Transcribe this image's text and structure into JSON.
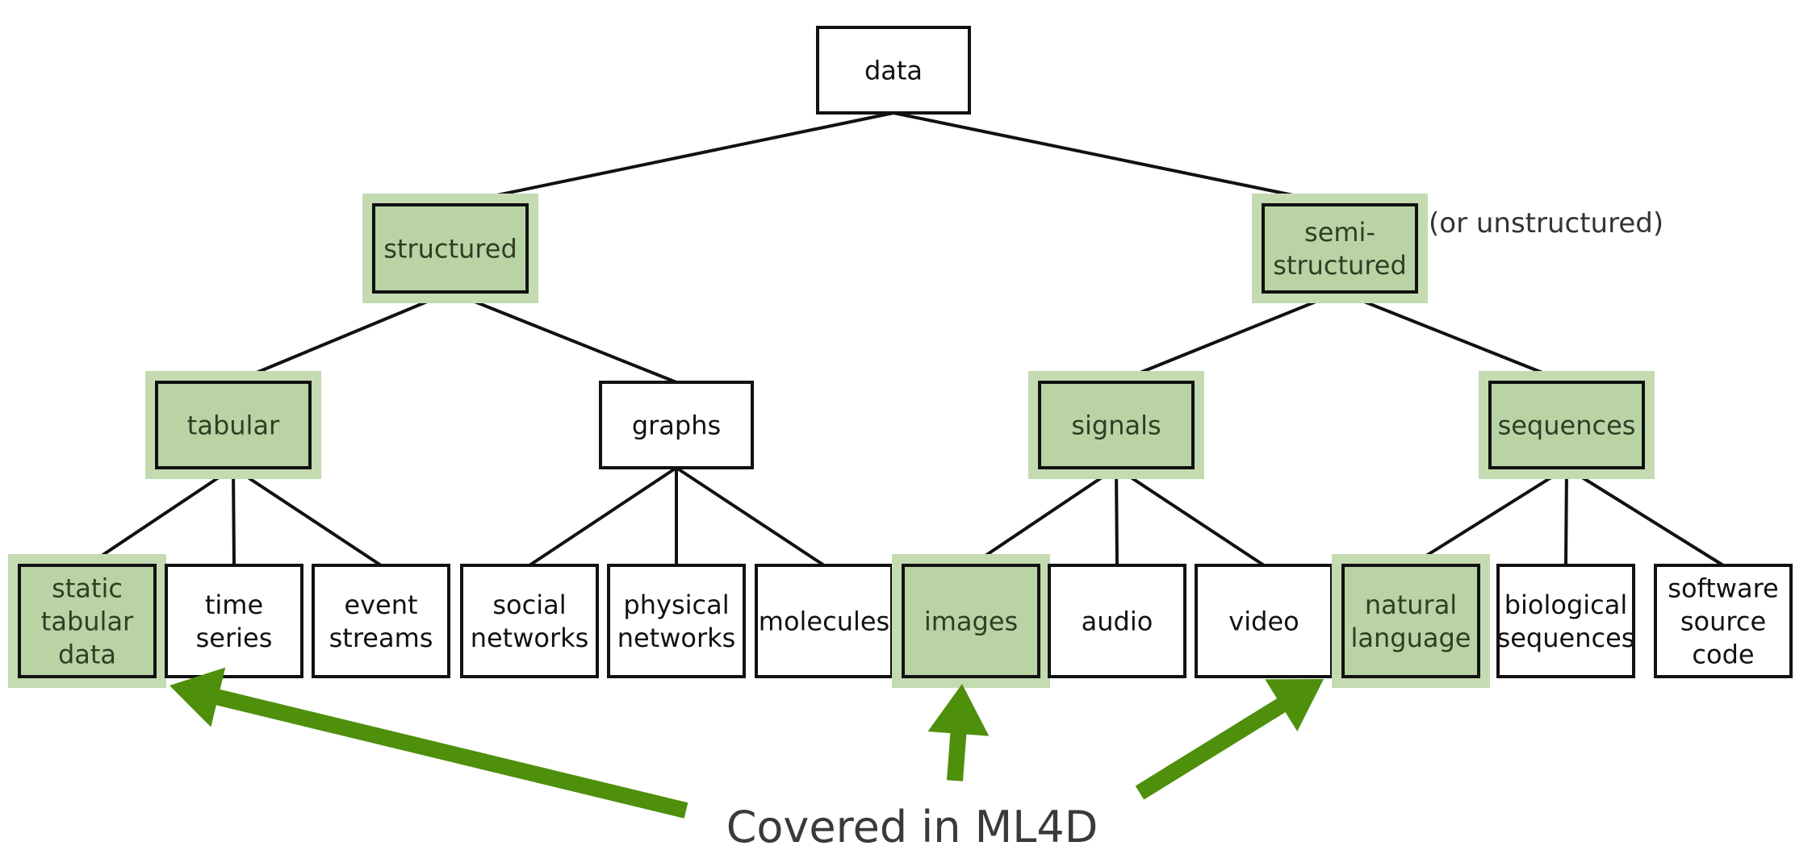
{
  "colors": {
    "highlight_fill": "#b9d3a5",
    "highlight_halo": "#c4dbb1",
    "arrow": "#4e8f0c",
    "border": "#111111",
    "annotation_text": "#333333",
    "caption_text": "#3a3a3a"
  },
  "tree": {
    "root": {
      "label": "data",
      "covered": false
    },
    "level1": [
      {
        "label": "structured",
        "covered": true
      },
      {
        "label": "semi-\nstructured",
        "covered": true,
        "note": "(or unstructured)"
      }
    ],
    "level2": [
      {
        "label": "tabular",
        "covered": true,
        "parent": "structured"
      },
      {
        "label": "graphs",
        "covered": false,
        "parent": "structured"
      },
      {
        "label": "signals",
        "covered": true,
        "parent": "semi-structured"
      },
      {
        "label": "sequences",
        "covered": true,
        "parent": "semi-structured"
      }
    ],
    "leaves": [
      {
        "label": "static\ntabular\ndata",
        "covered": true,
        "parent": "tabular"
      },
      {
        "label": "time\nseries",
        "covered": false,
        "parent": "tabular"
      },
      {
        "label": "event\nstreams",
        "covered": false,
        "parent": "tabular"
      },
      {
        "label": "social\nnetworks",
        "covered": false,
        "parent": "graphs"
      },
      {
        "label": "physical\nnetworks",
        "covered": false,
        "parent": "graphs"
      },
      {
        "label": "molecules",
        "covered": false,
        "parent": "graphs"
      },
      {
        "label": "images",
        "covered": true,
        "parent": "signals"
      },
      {
        "label": "audio",
        "covered": false,
        "parent": "signals"
      },
      {
        "label": "video",
        "covered": false,
        "parent": "signals"
      },
      {
        "label": "natural\nlanguage",
        "covered": true,
        "parent": "sequences"
      },
      {
        "label": "biological\nsequences",
        "covered": false,
        "parent": "sequences"
      },
      {
        "label": "software\nsource\ncode",
        "covered": false,
        "parent": "sequences"
      }
    ]
  },
  "caption": "Covered in ML4D"
}
